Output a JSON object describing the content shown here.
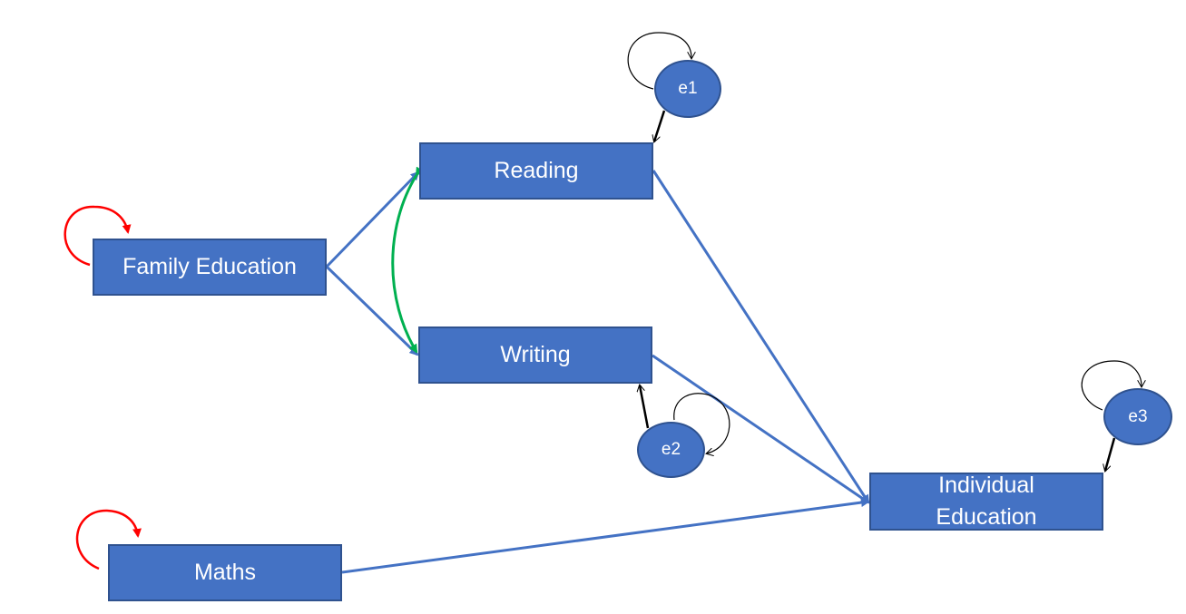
{
  "nodes": {
    "family_education": "Family Education",
    "reading": "Reading",
    "writing": "Writing",
    "maths": "Maths",
    "individual_education": "Individual Education",
    "e1": "e1",
    "e2": "e2",
    "e3": "e3"
  },
  "colors": {
    "box_fill": "#4472c4",
    "box_border": "#2f528f",
    "path_arrow": "#4472c4",
    "covariance_arrow": "#00b050",
    "exogenous_variance": "#ff0000",
    "error_arrow": "#000000"
  }
}
